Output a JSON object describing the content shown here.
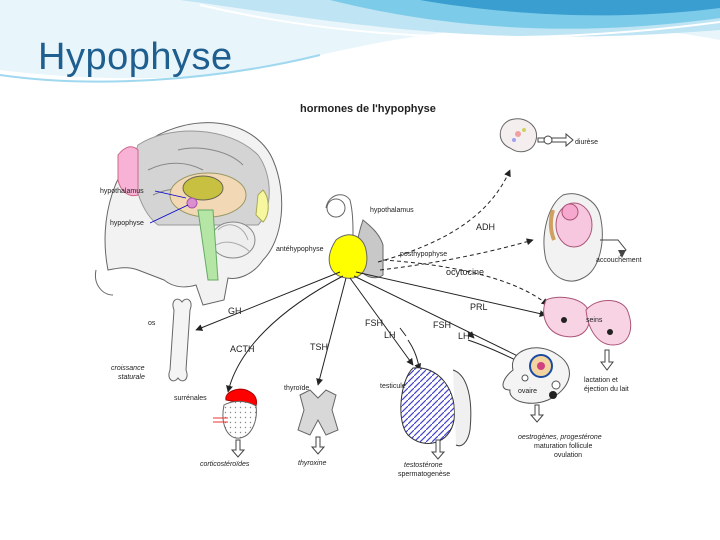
{
  "slide": {
    "title": "Hypophyse"
  },
  "diagram": {
    "title": "hormones de l'hypophyse",
    "labels": {
      "hypothalamus_left": "hypothalamus",
      "hypophyse_left": "hypophyse",
      "hypothalamus": "hypothalamus",
      "antehypophyse": "antéhypophyse",
      "posthypophyse": "posthypophyse",
      "adh": "ADH",
      "ocytocine": "ocytocine",
      "diurese": "diurèse",
      "accouchement": "accouchement",
      "prl": "PRL",
      "seins": "seins",
      "lactation1": "lactation et",
      "lactation2": "éjection du lait",
      "gh": "GH",
      "os": "os",
      "croissance1": "croissance",
      "croissance2": "staturale",
      "acth": "ACTH",
      "surrenales": "surrénales",
      "corticosteroides": "corticostéroïdes",
      "tsh": "TSH",
      "thyroide": "thyroïde",
      "thyroxine": "thyroxine",
      "fsh1": "FSH",
      "lh1": "LH",
      "testicule": "testicule",
      "testosterone": "testostérone",
      "spermatogenese": "spermatogenèse",
      "fsh2": "FSH",
      "lh2": "LH",
      "ovaire": "ovaire",
      "oestrogenes": "oestrogènes, progestérone",
      "maturation": "maturation follicule",
      "ovulation": "ovulation"
    }
  },
  "colors": {
    "title": "#1f5f8f",
    "swoosh_light": "#cfeaf6",
    "swoosh_mid": "#6fc3e4",
    "swoosh_dark": "#2d8fc4",
    "antehypophyse": "#ffff00",
    "posthypophyse": "#c8c8c8",
    "surrenales_cap": "#ff0000",
    "label_blue": "#0000cc"
  }
}
